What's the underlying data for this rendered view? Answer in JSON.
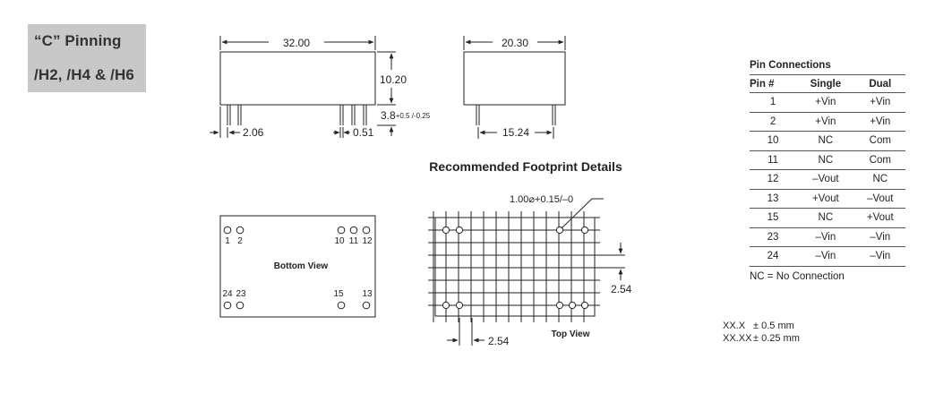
{
  "badge": {
    "line1": "“C” Pinning",
    "line2": "/H2, /H4 & /H6"
  },
  "side_view": {
    "width": "32.00",
    "height": "10.20",
    "pin_length": "3.8",
    "pin_length_tol": "+0.5 /-0.25",
    "offset": "2.06",
    "pin_width": "0.51"
  },
  "end_view": {
    "width": "20.30",
    "row_spacing": "15.24"
  },
  "bottom_view": {
    "label": "Bottom View",
    "pins_top_left": [
      "1",
      "2"
    ],
    "pins_top_right": [
      "10",
      "11",
      "12"
    ],
    "pins_bottom_left": [
      "24",
      "23"
    ],
    "pins_bottom_right": [
      "15",
      "13"
    ]
  },
  "footprint": {
    "title": "Recommended Footprint Details",
    "hole": "1.00⌀+0.15/–0",
    "pitch_x": "2.54",
    "pitch_y": "2.54",
    "label": "Top View"
  },
  "pin_connections": {
    "title": "Pin Connections",
    "headers": [
      "Pin #",
      "Single",
      "Dual"
    ],
    "rows": [
      [
        "1",
        "+Vin",
        "+Vin"
      ],
      [
        "2",
        "+Vin",
        "+Vin"
      ],
      [
        "10",
        "NC",
        "Com"
      ],
      [
        "11",
        "NC",
        "Com"
      ],
      [
        "12",
        "–Vout",
        "NC"
      ],
      [
        "13",
        "+Vout",
        "–Vout"
      ],
      [
        "15",
        "NC",
        "+Vout"
      ],
      [
        "23",
        "–Vin",
        "–Vin"
      ],
      [
        "24",
        "–Vin",
        "–Vin"
      ]
    ],
    "note": "NC = No Connection"
  },
  "tolerances": [
    {
      "format": "XX.X",
      "value": "± 0.5 mm"
    },
    {
      "format": "XX.XX",
      "value": "± 0.25 mm"
    }
  ]
}
